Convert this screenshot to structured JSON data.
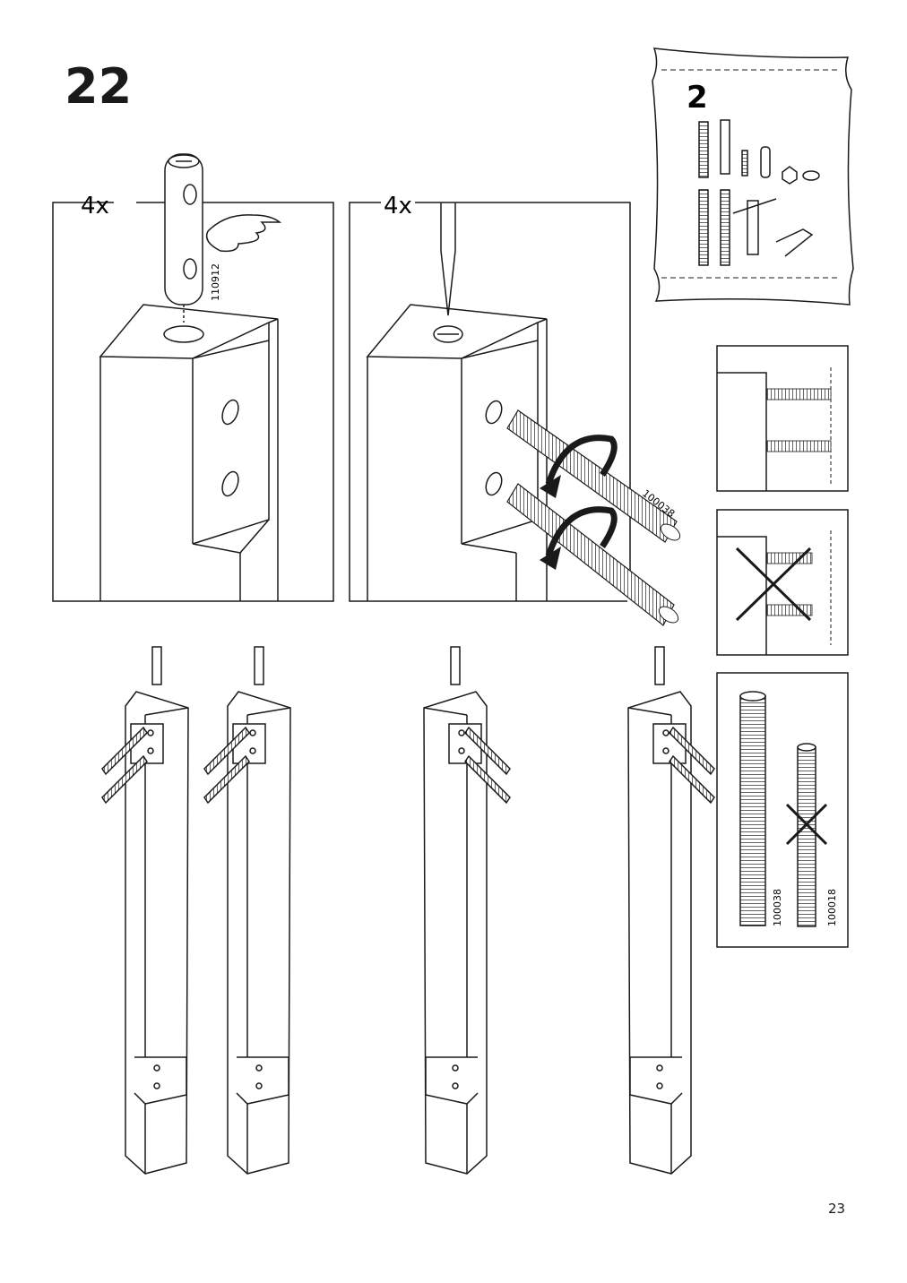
{
  "step": {
    "number": "22"
  },
  "page": {
    "number": "23"
  },
  "panel_left": {
    "quantity": "4x",
    "part_code": "110912"
  },
  "panel_right": {
    "quantity": "4x",
    "part_code": "100038"
  },
  "hardware_bag": {
    "number": "2"
  },
  "comparison": {
    "long_rod_code": "100038",
    "short_rod_code": "100018"
  }
}
